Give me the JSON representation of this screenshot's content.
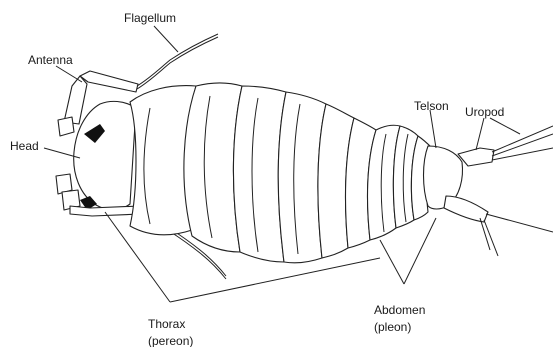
{
  "labels": {
    "flagellum": "Flagellum",
    "antenna": "Antenna",
    "head": "Head",
    "telson": "Telson",
    "uropod": "Uropod",
    "thorax_line1": "Thorax",
    "thorax_line2": "(pereon)",
    "abdomen_line1": "Abdomen",
    "abdomen_line2": "(pleon)"
  },
  "colors": {
    "outline": "#222222",
    "eye": "#111111",
    "background": "#ffffff"
  }
}
